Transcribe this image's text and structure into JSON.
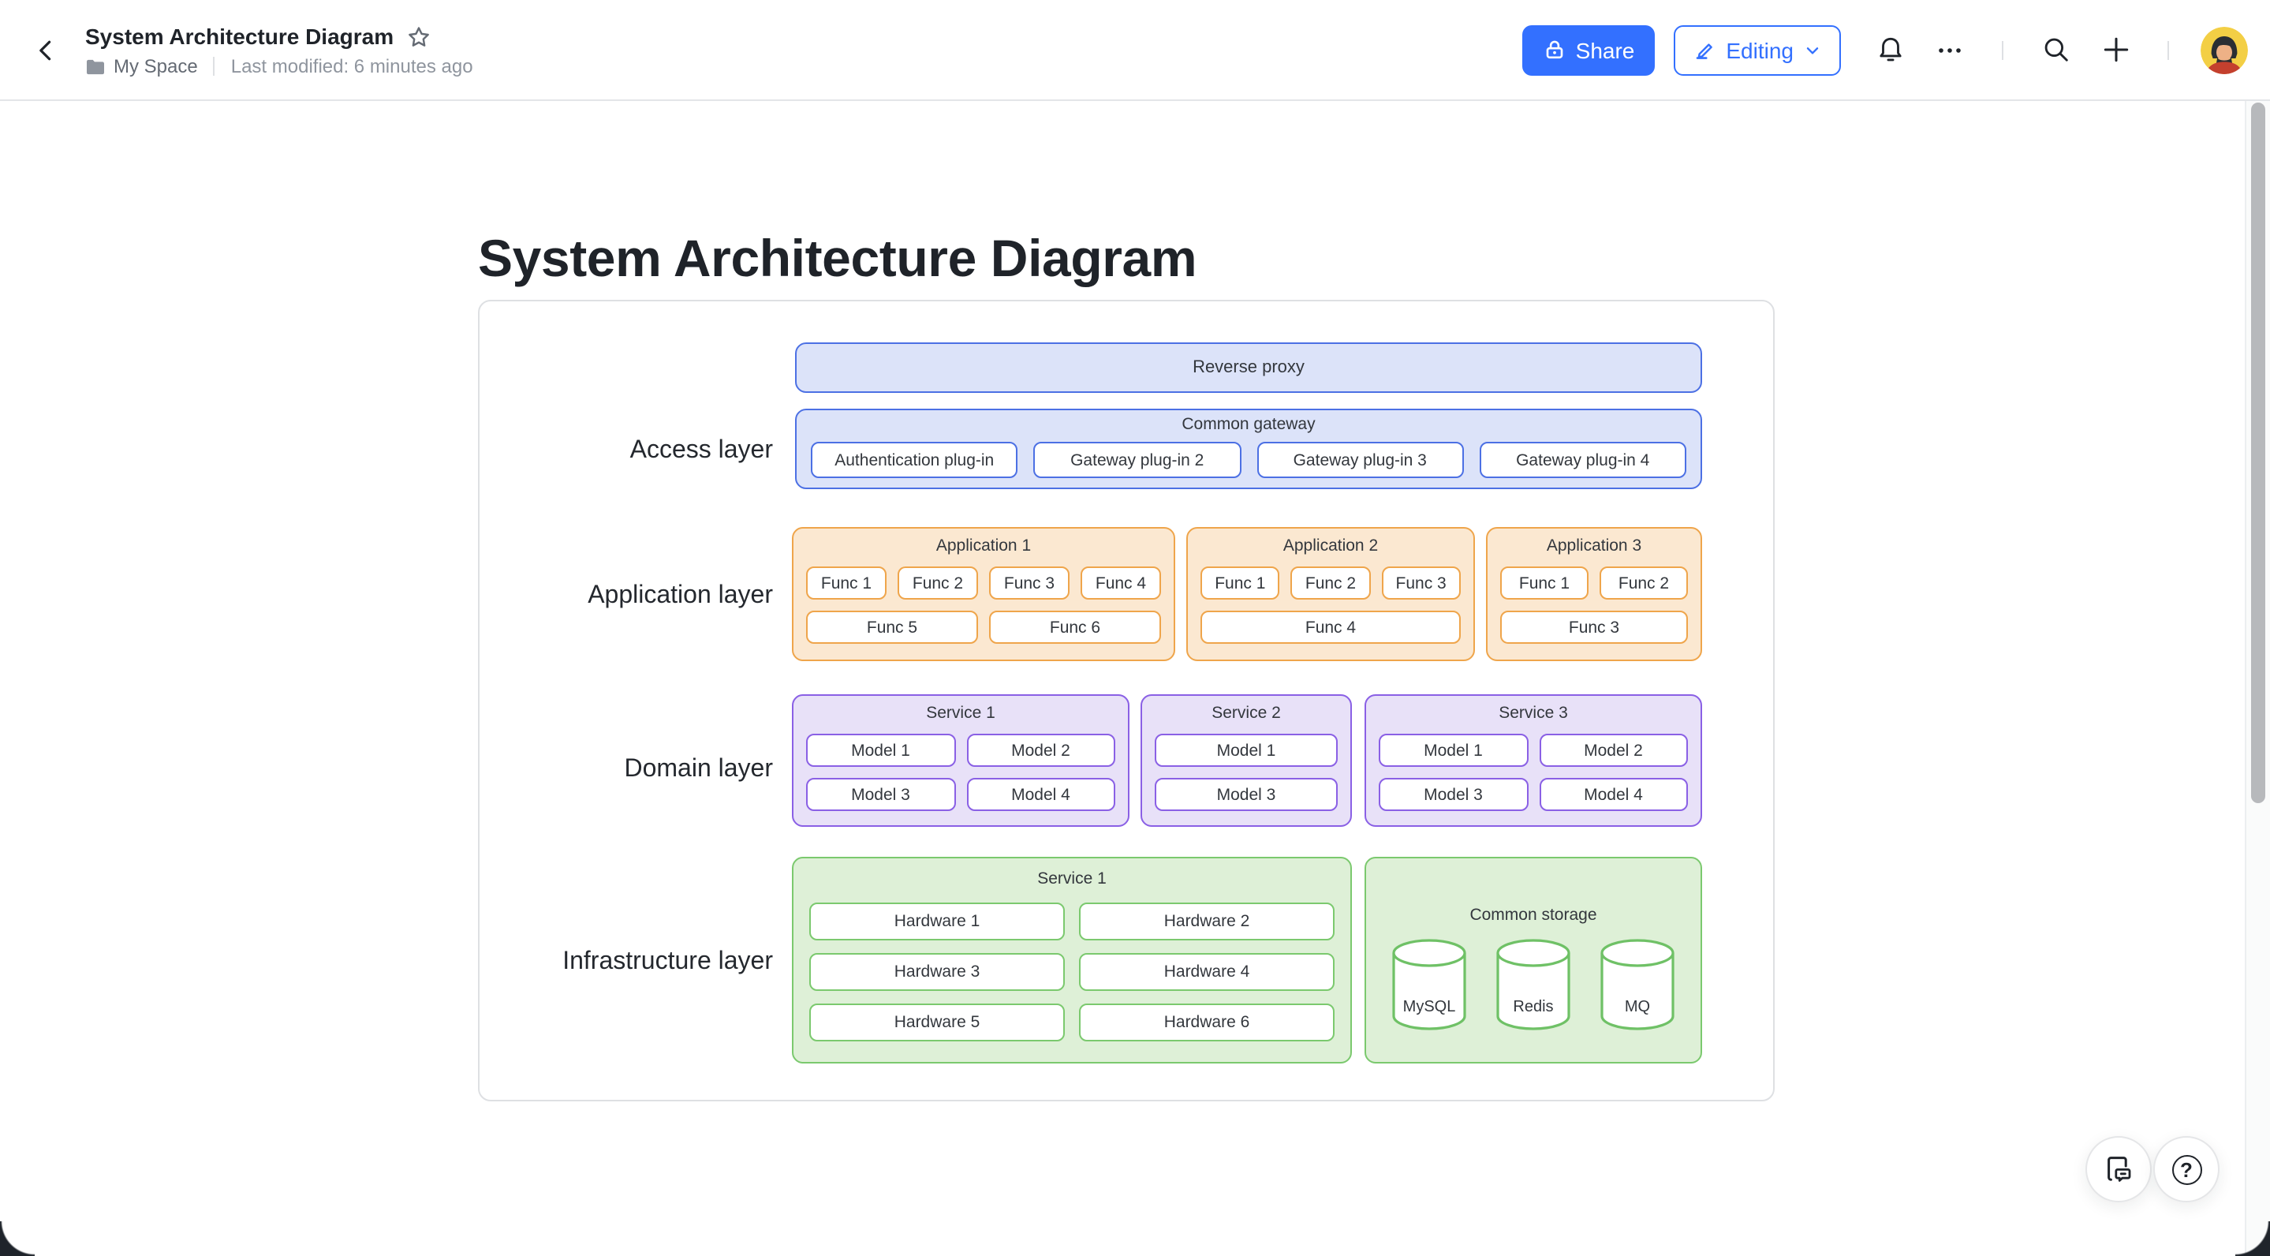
{
  "header": {
    "doc_title": "System Architecture Diagram",
    "space_name": "My Space",
    "last_modified": "Last modified: 6 minutes ago",
    "share_label": "Share",
    "editing_label": "Editing"
  },
  "page": {
    "title": "System Architecture Diagram"
  },
  "diagram": {
    "layer_labels": [
      "Access layer",
      "Application layer",
      "Domain layer",
      "Infrastructure layer"
    ],
    "access": {
      "reverse_proxy": "Reverse proxy",
      "gateway_title": "Common gateway",
      "plugins": [
        "Authentication plug-in",
        "Gateway plug-in 2",
        "Gateway plug-in 3",
        "Gateway plug-in 4"
      ]
    },
    "application": {
      "groups": [
        {
          "title": "Application 1",
          "row1": [
            "Func 1",
            "Func 2",
            "Func 3",
            "Func 4"
          ],
          "row2": [
            "Func 5",
            "Func 6"
          ]
        },
        {
          "title": "Application 2",
          "row1": [
            "Func 1",
            "Func 2",
            "Func 3"
          ],
          "row2": [
            "Func 4"
          ]
        },
        {
          "title": "Application 3",
          "row1": [
            "Func 1",
            "Func 2"
          ],
          "row2": [
            "Func 3"
          ]
        }
      ]
    },
    "domain": {
      "groups": [
        {
          "title": "Service 1",
          "row1": [
            "Model 1",
            "Model 2"
          ],
          "row2": [
            "Model 3",
            "Model 4"
          ]
        },
        {
          "title": "Service 2",
          "row1": [
            "Model 1"
          ],
          "row2": [
            "Model 3"
          ]
        },
        {
          "title": "Service 3",
          "row1": [
            "Model 1",
            "Model 2"
          ],
          "row2": [
            "Model 3",
            "Model 4"
          ]
        }
      ]
    },
    "infrastructure": {
      "service_title": "Service 1",
      "hardware": [
        [
          "Hardware 1",
          "Hardware 2"
        ],
        [
          "Hardware 3",
          "Hardware 4"
        ],
        [
          "Hardware 5",
          "Hardware 6"
        ]
      ],
      "storage_title": "Common storage",
      "storage_items": [
        "MySQL",
        "Redis",
        "MQ"
      ]
    }
  },
  "floating": {
    "help_glyph": "?"
  },
  "colors": {
    "accent_blue": "#3370ff",
    "diagram_blue": "#4c70e4",
    "diagram_orange": "#efa54b",
    "diagram_purple": "#8a60e5",
    "diagram_green": "#7bc96e"
  }
}
